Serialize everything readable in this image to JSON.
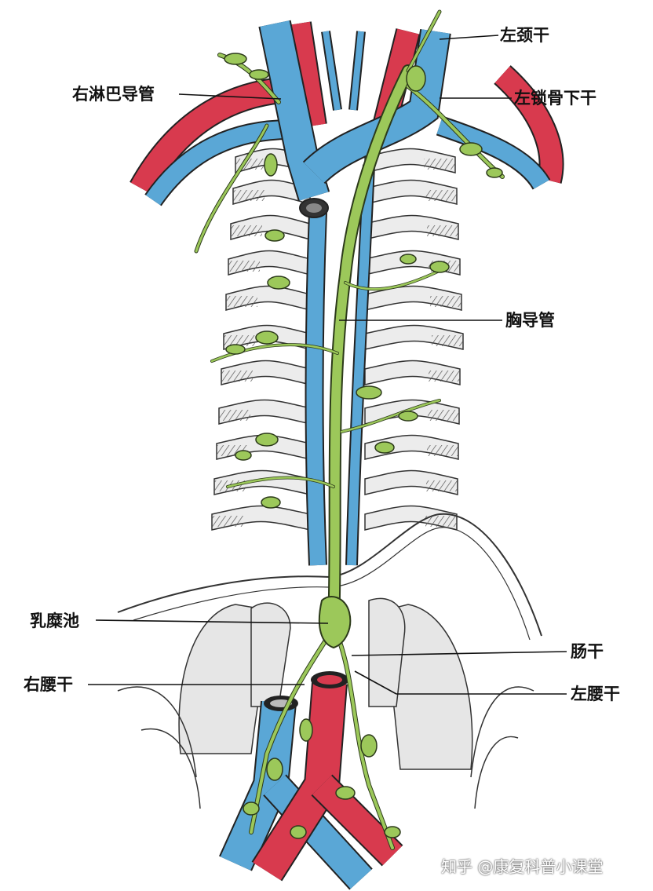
{
  "labels": {
    "left_jugular_trunk": "左颈干",
    "right_lymphatic_duct": "右淋巴导管",
    "left_subclavian_trunk": "左锁骨下干",
    "thoracic_duct": "胸导管",
    "cisterna_chyli": "乳糜池",
    "intestinal_trunk": "肠干",
    "right_lumbar_trunk": "右腰干",
    "left_lumbar_trunk": "左腰干"
  },
  "watermark": {
    "platform": "知乎",
    "author": "@康复科普小课堂"
  },
  "colors": {
    "vein": "#5aa7d6",
    "artery": "#d83a4e",
    "lymph": "#9cc85a",
    "outline": "#222222"
  }
}
